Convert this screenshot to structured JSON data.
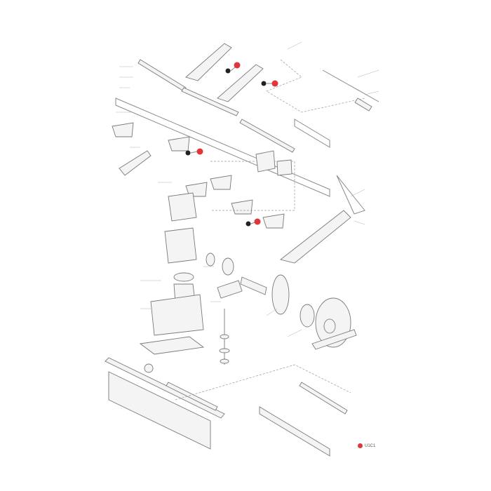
{
  "diagram": {
    "type": "exploded-parts-diagram",
    "highlight_color": "#e0353a",
    "line_color": "#8a8a8a",
    "highlighted_parts_count": 4,
    "footer_code": "U1C1"
  }
}
